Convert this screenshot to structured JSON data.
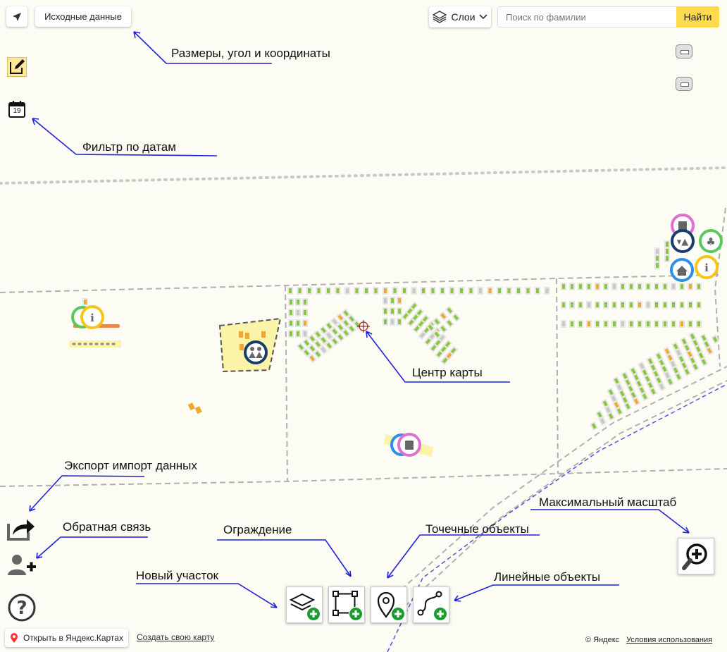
{
  "toolbar": {
    "source_data_label": "Исходные данные",
    "layers_label": "Слои",
    "search_placeholder": "Поиск по фамилии",
    "search_button": "Найти"
  },
  "annotations": {
    "dimensions": "Размеры, угол и координаты",
    "date_filter": "Фильтр по датам",
    "map_center": "Центр карты",
    "export_import": "Экспорт импорт данных",
    "feedback": "Обратная связь",
    "fence": "Ограждение",
    "point_objects": "Точечные объекты",
    "max_zoom": "Максимальный масштаб",
    "new_plot": "Новый участок",
    "linear_objects": "Линейные объекты"
  },
  "calendar": {
    "day": "19"
  },
  "footer": {
    "open_yandex_maps": "Открыть в Яндекс.Картах",
    "create_map": "Создать свою карту",
    "copyright": "© Яндекс",
    "terms": "Условия использования"
  },
  "colors": {
    "accent_yellow": "#ffdb4d",
    "annotation_blue": "#1e22d6",
    "plot_green": "#8cc63f",
    "plot_orange": "#f0a830",
    "marker_pink": "#e070d0",
    "marker_navy": "#173e6b",
    "marker_green": "#5ac85a",
    "marker_yellow": "#f5c518",
    "marker_blue": "#2e8fe8"
  }
}
